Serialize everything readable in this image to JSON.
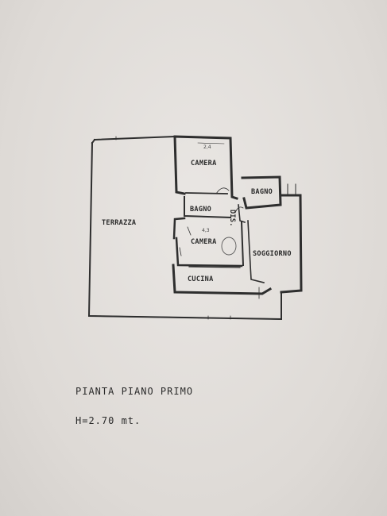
{
  "plan": {
    "rooms": {
      "terrazza": "TERRAZZA",
      "camera_top": "CAMERA",
      "bagno_right": "BAGNO",
      "bagno_mid": "BAGNO",
      "dis": "DIS.",
      "camera_mid": "CAMERA",
      "soggiorno": "SOGGIORNO",
      "cucina": "CUCINA"
    },
    "annotations": {
      "dim_top": "2,4",
      "dim_mid": "4,3"
    }
  },
  "caption": {
    "title": "PIANTA PIANO PRIMO",
    "height": "H=2.70 mt."
  }
}
